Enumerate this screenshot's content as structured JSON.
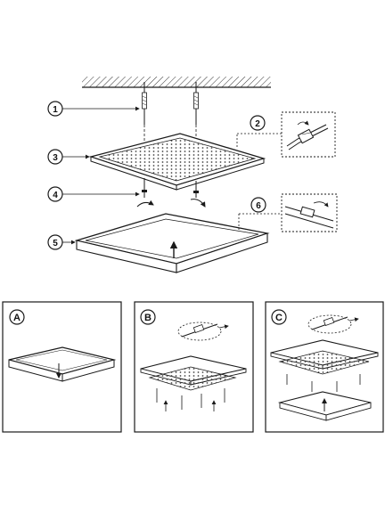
{
  "callouts": {
    "c1": "1",
    "c2": "2",
    "c3": "3",
    "c4": "4",
    "c5": "5",
    "c6": "6"
  },
  "panels": {
    "a": "A",
    "b": "B",
    "c": "C"
  },
  "colors": {
    "line": "#1a1a1a",
    "dots": "#444444",
    "hatch": "#333333"
  }
}
